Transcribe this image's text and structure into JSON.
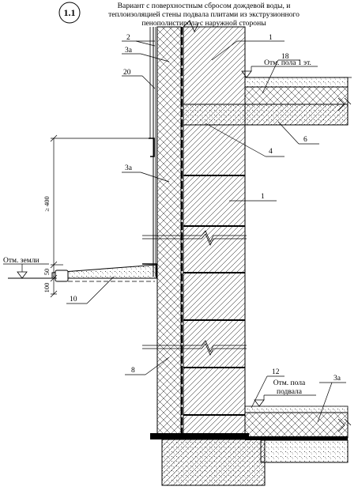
{
  "diagram": {
    "badge": "1.1",
    "title_lines": [
      "Вариант с поверхностным сбросом дождевой воды, и",
      "теплоизоляцией стены подвала плитами из экструзионного",
      "пенополистирола с наружной стороны"
    ],
    "callouts": {
      "n1_top": "1",
      "n1_mid": "1",
      "n2": "2",
      "n3a_top": "3а",
      "n3a_mid": "3а",
      "n3a_bot": "3а",
      "n4": "4",
      "n6": "6",
      "n8": "8",
      "n10": "10",
      "n12": "12",
      "n18": "18",
      "n20": "20"
    },
    "levels": {
      "floor1": "Отм. пола 1 эт.",
      "ground": "Отм. земли",
      "basement_line1": "Отм. пола",
      "basement_line2": "подвала"
    },
    "dimensions": {
      "min_height": "≥ 400",
      "d50": "50",
      "d100": "100"
    }
  }
}
